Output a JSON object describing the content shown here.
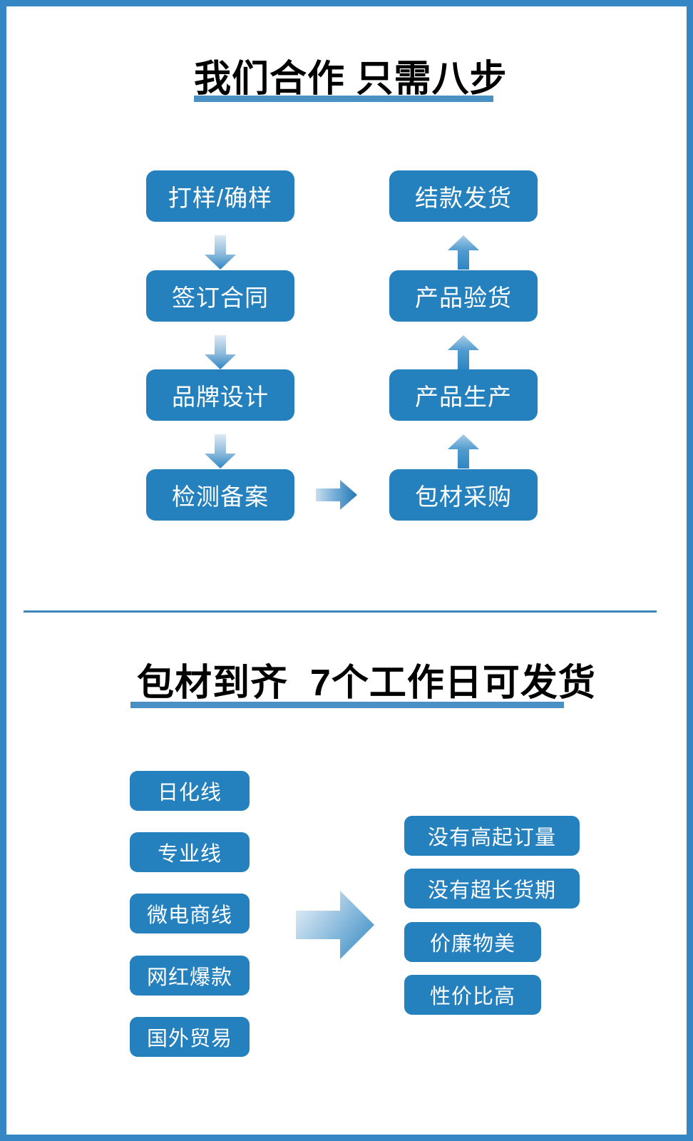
{
  "page": {
    "border_color": "#3487c4",
    "box_color": "#2580be",
    "underline_color": "#4a90c4",
    "divider_color": "#3d86b8",
    "text_color": "#ffffff"
  },
  "section1": {
    "title": "我们合作 只需八步",
    "flow_left": [
      {
        "label": "打样/确样"
      },
      {
        "label": "签订合同"
      },
      {
        "label": "品牌设计"
      },
      {
        "label": "检测备案"
      }
    ],
    "flow_right": [
      {
        "label": "结款发货"
      },
      {
        "label": "产品验货"
      },
      {
        "label": "产品生产"
      },
      {
        "label": "包材采购"
      }
    ],
    "arrows": {
      "down": "arrow-down-icon",
      "up": "arrow-up-icon",
      "bridge": "arrow-right-icon"
    }
  },
  "section2": {
    "title": "包材到齐  7个工作日可发货",
    "channels": [
      {
        "label": "日化线"
      },
      {
        "label": "专业线"
      },
      {
        "label": "微电商线"
      },
      {
        "label": "网红爆款"
      },
      {
        "label": "国外贸易"
      }
    ],
    "benefits": [
      {
        "label": "没有高起订量"
      },
      {
        "label": "没有超长货期"
      },
      {
        "label": "价廉物美"
      },
      {
        "label": "性价比高"
      }
    ],
    "arrow": "arrow-right-icon"
  }
}
